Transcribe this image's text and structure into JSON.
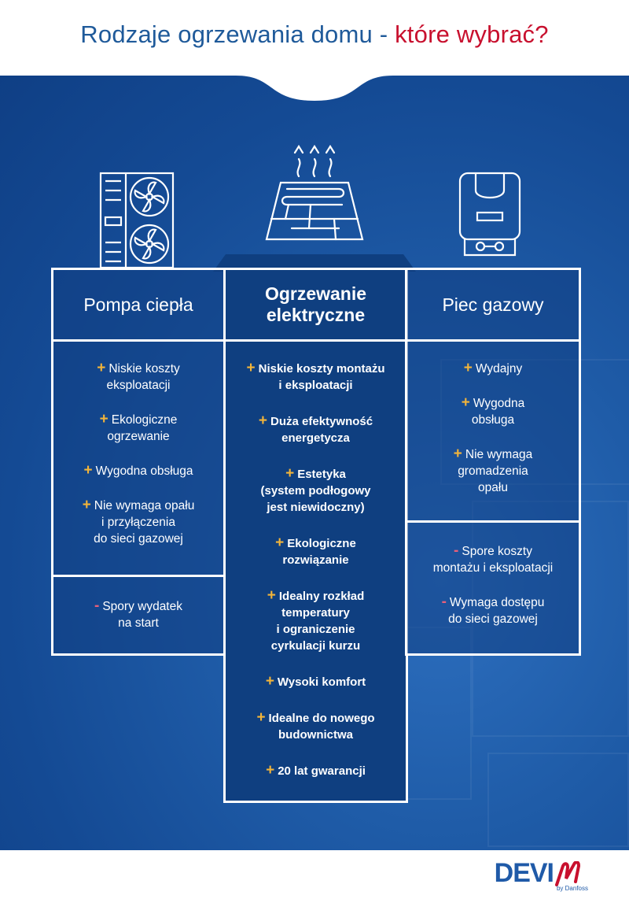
{
  "title": {
    "main": "Rodzaje ogrzewania domu - ",
    "accent": "które wybrać?"
  },
  "colors": {
    "brand_blue": "#1f5a9a",
    "accent_red": "#c8102e",
    "plus": "#f2b43a",
    "minus": "#e8607a"
  },
  "icons": [
    "heat-pump-icon",
    "floor-heating-icon",
    "gas-boiler-icon",
    "devi-logo-icon"
  ],
  "columns": {
    "left": {
      "title": "Pompa ciepła",
      "pros": [
        [
          "Niskie koszty",
          "eksploatacji"
        ],
        [
          "Ekologiczne",
          "ogrzewanie"
        ],
        [
          "Wygodna obsługa"
        ],
        [
          "Nie wymaga opału",
          "i przyłączenia",
          "do sieci gazowej"
        ]
      ],
      "cons": [
        [
          "Spory wydatek",
          "na start"
        ]
      ]
    },
    "center": {
      "title_line1": "Ogrzewanie",
      "title_line2": "elektryczne",
      "pros": [
        [
          "Niskie koszty montażu",
          "i eksploatacji"
        ],
        [
          "Duża efektywność",
          "energetycza"
        ],
        [
          "Estetyka",
          "(system podłogowy",
          "jest niewidoczny)"
        ],
        [
          "Ekologiczne",
          "rozwiązanie"
        ],
        [
          "Idealny rozkład",
          "temperatury",
          "i ograniczenie",
          "cyrkulacji kurzu"
        ],
        [
          "Wysoki komfort"
        ],
        [
          "Idealne do nowego",
          "budownictwa"
        ],
        [
          "20 lat gwarancji"
        ]
      ]
    },
    "right": {
      "title": "Piec gazowy",
      "pros": [
        [
          "Wydajny"
        ],
        [
          "Wygodna",
          "obsługa"
        ],
        [
          "Nie wymaga",
          "gromadzenia",
          "opału"
        ]
      ],
      "cons": [
        [
          "Spore koszty",
          "montażu i eksploatacji"
        ],
        [
          "Wymaga dostępu",
          "do sieci gazowej"
        ]
      ]
    }
  },
  "signs": {
    "plus": "+",
    "minus": "-"
  },
  "logo": {
    "text": "DEVI",
    "sub": "by Danfoss"
  }
}
